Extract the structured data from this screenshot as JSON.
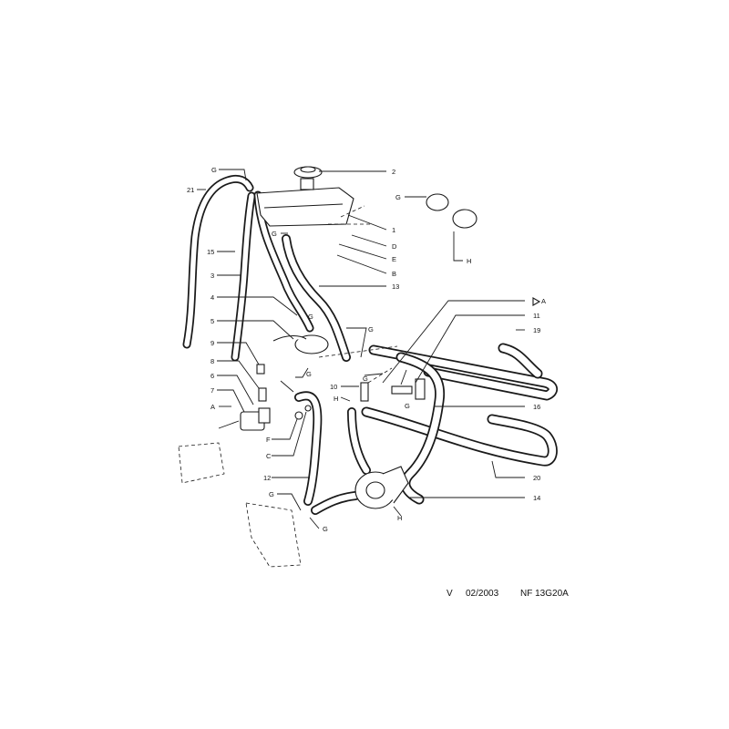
{
  "diagram": {
    "labels": [
      "G",
      "21",
      "15",
      "3",
      "4",
      "5",
      "9",
      "8",
      "6",
      "7",
      "A",
      "F",
      "C",
      "12",
      "G",
      "G",
      "2",
      "G",
      "1",
      "D",
      "E",
      "B",
      "13",
      "G",
      "G",
      "G",
      "10",
      "H",
      "G",
      "G",
      "A",
      "11",
      "19",
      "16",
      "20",
      "14",
      "H",
      "G",
      "H"
    ]
  },
  "footer": {
    "version": "V",
    "date": "02/2003",
    "ref": "NF 13G20A"
  }
}
